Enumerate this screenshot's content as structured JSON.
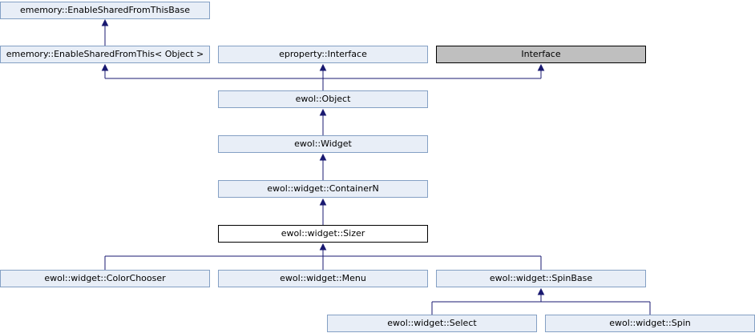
{
  "nodes": {
    "enable_shared_from_this_base": "ememory::EnableSharedFromThisBase",
    "enable_shared_from_this_object": "ememory::EnableSharedFromThis< Object >",
    "eproperty_interface": "eproperty::Interface",
    "interface": "Interface",
    "ewol_object": "ewol::Object",
    "ewol_widget": "ewol::Widget",
    "container_n": "ewol::widget::ContainerN",
    "sizer": "ewol::widget::Sizer",
    "color_chooser": "ewol::widget::ColorChooser",
    "menu": "ewol::widget::Menu",
    "spin_base": "ewol::widget::SpinBase",
    "select": "ewol::widget::Select",
    "spin": "ewol::widget::Spin"
  },
  "colors": {
    "node_fill": "#e8eef7",
    "node_border": "#84a0c4",
    "external_fill": "#bfbfbf",
    "edge": "#191970"
  }
}
